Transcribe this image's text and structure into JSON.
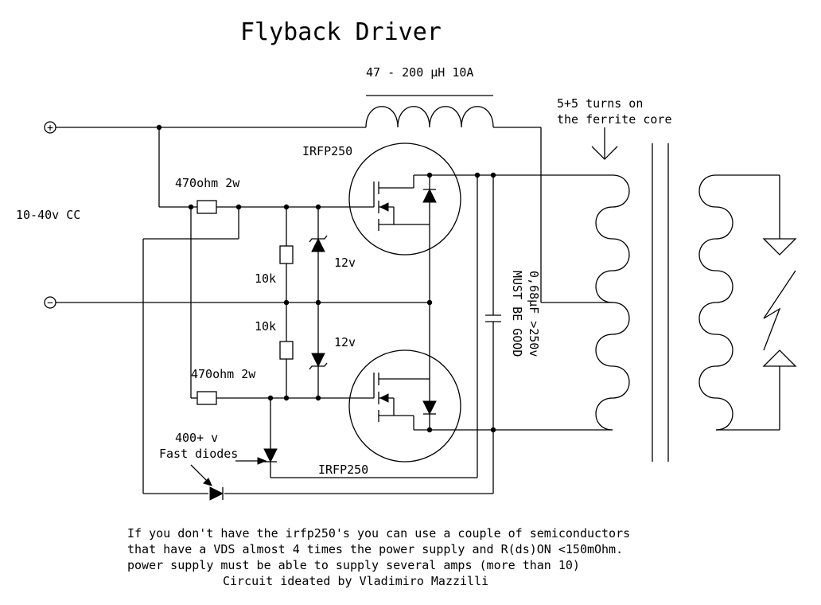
{
  "title": "Flyback Driver",
  "labels": {
    "inductor": "47 - 200 µH 10A",
    "primary_turns_line1": "5+5 turns on",
    "primary_turns_line2": "the ferrite core",
    "supply": "10-40v CC",
    "mosfet_top": "IRFP250",
    "mosfet_bottom": "IRFP250",
    "resistor_top": "470ohm 2w",
    "resistor_bottom": "470ohm 2w",
    "pulldown_top": "10k",
    "pulldown_bottom": "10k",
    "zener_top": "12v",
    "zener_bottom": "12v",
    "capacitor_line1": "0,68µF >250v",
    "capacitor_line2": "MUST BE GOOD",
    "diodes_line1": "400+ v",
    "diodes_line2": "Fast diodes"
  },
  "terminals": {
    "positive": "+",
    "negative": "−"
  },
  "notes": [
    "If you don't have the irfp250's you can use a couple of semiconductors",
    "that have a VDS almost 4 times the power supply and R(ds)ON <150mOhm.",
    "power supply must be able to supply several amps (more than 10)",
    "Circuit ideated by Vladimiro Mazzilli"
  ]
}
